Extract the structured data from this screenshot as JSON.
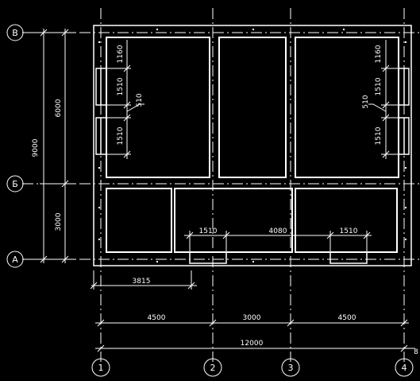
{
  "axes": {
    "rows": [
      {
        "label": "В"
      },
      {
        "label": "Б"
      },
      {
        "label": "А"
      }
    ],
    "columns": [
      {
        "label": "1"
      },
      {
        "label": "2"
      },
      {
        "label": "3"
      },
      {
        "label": "4"
      }
    ]
  },
  "dimensions": {
    "left_total": "9000",
    "left_upper": "6000",
    "left_lower": "3000",
    "bottom_spans": [
      "4500",
      "3000",
      "4500"
    ],
    "bottom_total": "12000",
    "offset": "3815",
    "lower_openings": [
      "1510",
      "4080",
      "1510"
    ],
    "left_window_dims": [
      "1160",
      "1510",
      "1510"
    ],
    "right_window_dims": [
      "1160",
      "1510",
      "1510"
    ],
    "left_pier": "510",
    "right_pier": "510",
    "edge_mark": "8"
  }
}
